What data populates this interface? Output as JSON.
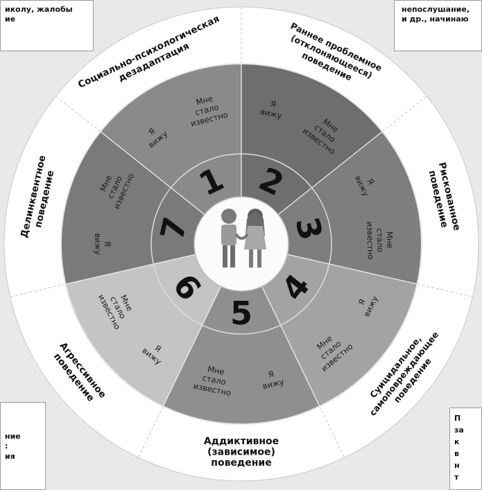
{
  "corners": {
    "top_left": [
      "иколу, жалобы",
      "ие"
    ],
    "top_right": [
      "непослушание,",
      "и др., начинаю"
    ],
    "bottom_left": [
      "ние",
      ":",
      "ия"
    ],
    "bottom_right": [
      "П",
      "за",
      "к",
      "в",
      "н",
      "т"
    ]
  },
  "segments": [
    {
      "number": "1",
      "label": [
        "Социально-психологическая",
        "дезадаптация"
      ]
    },
    {
      "number": "2",
      "label": [
        "Раннее проблемное",
        "(отклоняющееся)",
        "поведение"
      ]
    },
    {
      "number": "3",
      "label": [
        "Рискованное",
        "поведение"
      ]
    },
    {
      "number": "4",
      "label": [
        "Суицидальное,",
        "самоповреждающее",
        "поведение"
      ]
    },
    {
      "number": "5",
      "label": [
        "Аддиктивное",
        "(зависимое)",
        "поведение"
      ]
    },
    {
      "number": "6",
      "label": [
        "Агрессивное",
        "поведение"
      ]
    },
    {
      "number": "7",
      "label": [
        "Делинквентное",
        "поведение"
      ]
    }
  ],
  "inner_texts": {
    "i_see": [
      "Я",
      "вижу"
    ],
    "i_learned": [
      "Мне",
      "стало",
      "известно"
    ]
  },
  "center_icon": "children-holding-hands-icon"
}
